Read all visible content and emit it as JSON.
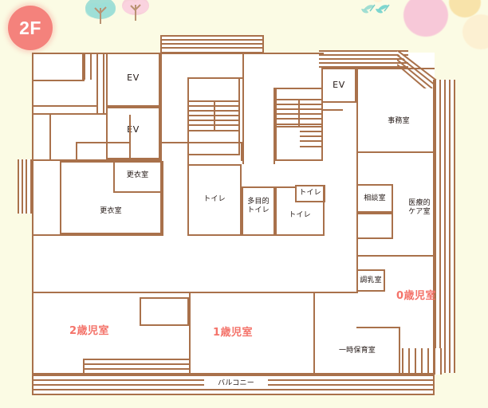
{
  "page": {
    "background_color": "#fbfbe4",
    "wall_color": "#a9714b",
    "room_fill_color": "#ffffff",
    "label_color": "#231815",
    "accent_color": "#f4736a"
  },
  "badge": {
    "label": "2F"
  },
  "decorations": [
    {
      "name": "tree-teal",
      "color": "#7fd4cf"
    },
    {
      "name": "tree-pink",
      "color": "#f5b9d2"
    },
    {
      "name": "flower-cluster",
      "color": "#8fd8cf"
    },
    {
      "name": "blob-pink",
      "color": "#f7c0d6"
    },
    {
      "name": "blob-yellow",
      "color": "#f8dfa0"
    },
    {
      "name": "blob-cream",
      "color": "#fdeccb"
    }
  ],
  "rooms": [
    {
      "id": "ev-upper",
      "label": "EV"
    },
    {
      "id": "ev-lower",
      "label": "EV"
    },
    {
      "id": "ev-right",
      "label": "EV"
    },
    {
      "id": "locker-small",
      "label": "更衣室"
    },
    {
      "id": "locker-large",
      "label": "更衣室"
    },
    {
      "id": "toilet-left",
      "label": "トイレ"
    },
    {
      "id": "toilet-multi",
      "label": "多目的\nトイレ"
    },
    {
      "id": "toilet-tiny",
      "label": "トイレ"
    },
    {
      "id": "toilet-right",
      "label": "トイレ"
    },
    {
      "id": "office",
      "label": "事務室"
    },
    {
      "id": "consult",
      "label": "相談室"
    },
    {
      "id": "medical-care",
      "label": "医療的\nケア室"
    },
    {
      "id": "milk-prep",
      "label": "調乳室"
    },
    {
      "id": "temp-care",
      "label": "一時保育室"
    },
    {
      "id": "balcony",
      "label": "バルコニー"
    }
  ],
  "age_rooms": [
    {
      "id": "age-0",
      "label": "0歳児室"
    },
    {
      "id": "age-1",
      "label": "1歳児室"
    },
    {
      "id": "age-2",
      "label": "2歳児室"
    }
  ]
}
